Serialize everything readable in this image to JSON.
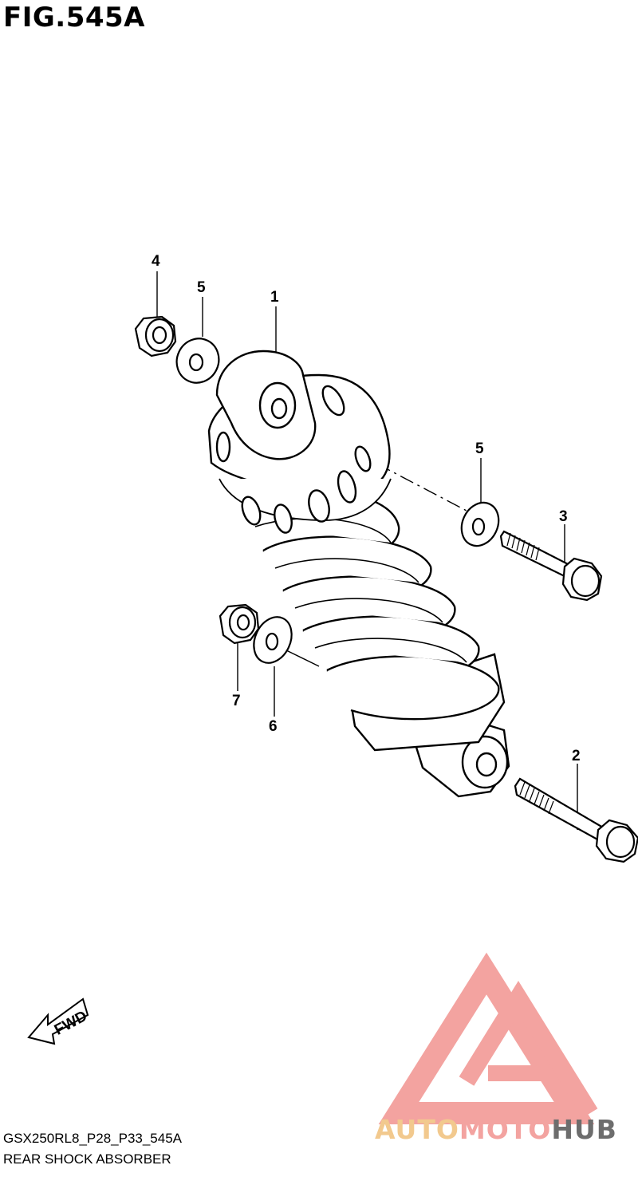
{
  "figure": {
    "title": "FIG.545A"
  },
  "callouts": [
    "1",
    "2",
    "3",
    "4",
    "5",
    "5",
    "6",
    "7"
  ],
  "direction_indicator": {
    "label": "FWD"
  },
  "footer": {
    "code": "GSX250RL8_P28_P33_545A",
    "name": "REAR SHOCK ABSORBER"
  },
  "watermark": {
    "part1": "AUTO",
    "part2": "MOTO",
    "part3": "HUB",
    "colors": {
      "auto": "#f2c98e",
      "moto": "#f3a3a0",
      "hub": "#6d6d6d"
    }
  }
}
